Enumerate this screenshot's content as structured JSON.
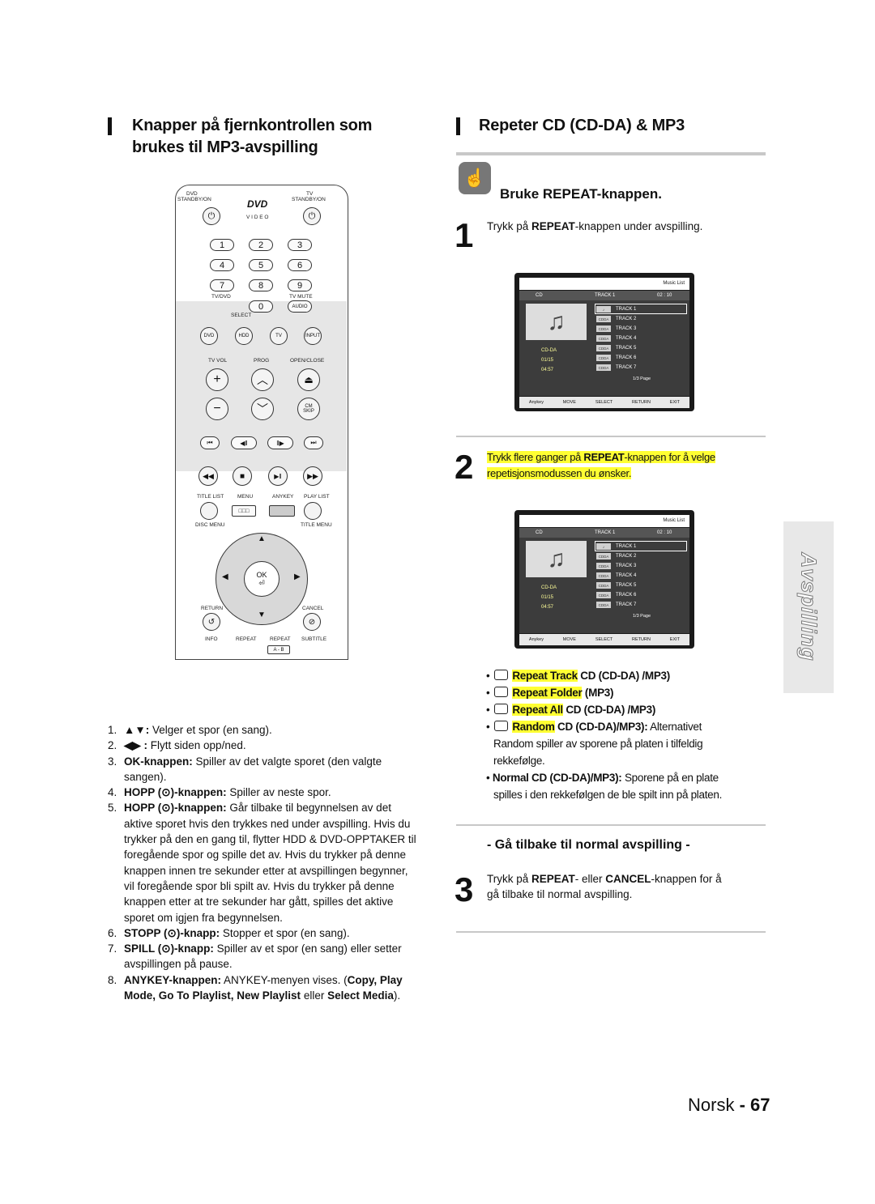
{
  "left": {
    "heading_l1": "Knapper på fjernkontrollen som",
    "heading_l2": "brukes til MP3-avspilling",
    "remote": {
      "dvd": "DVD",
      "standby_l": "STANDBY/ON",
      "tv": "TV",
      "standby_r": "STANDBY/ON",
      "video": "V I D E O",
      "n1": "1",
      "n2": "2",
      "n3": "3",
      "n4": "4",
      "n5": "5",
      "n6": "6",
      "n7": "7",
      "n8": "8",
      "n9": "9",
      "n0": "0",
      "tvdvd": "TV/DVD",
      "tvmute": "TV MUTE",
      "audio": "AUDIO",
      "select": "SELECT",
      "b_dvd": "DVD",
      "b_hdd": "HDD",
      "b_tv": "TV",
      "b_input": "INPUT",
      "tvvol": "TV VOL",
      "prog": "PROG",
      "openclose": "OPEN/CLOSE",
      "cm": "CM",
      "skip": "SKIP",
      "titlelist": "TITLE LIST",
      "menu": "MENU",
      "anykey": "ANYKEY",
      "playlist": "PLAY LIST",
      "discmenu": "DISC MENU",
      "titlemenu": "TITLE MENU",
      "ok": "OK",
      "return": "RETURN",
      "cancel": "CANCEL",
      "info": "INFO",
      "repeat1": "REPEAT",
      "repeat2": "REPEAT",
      "subtitle": "SUBTITLE",
      "ab": "A - B"
    },
    "items": [
      {
        "n": "1.",
        "b": "▲▼:",
        "t": " Velger et spor (en sang)."
      },
      {
        "n": "2.",
        "b": "◀▶ :",
        "t": " Flytt siden opp/ned."
      },
      {
        "n": "3.",
        "b": "OK-knappen:",
        "t": " Spiller av det valgte sporet (den valgte sangen)."
      },
      {
        "n": "4.",
        "b": "HOPP (⊙)-knappen:",
        "t": " Spiller av neste spor."
      },
      {
        "n": "5.",
        "b": "HOPP (⊙)-knappen:",
        "t": " Går tilbake til begynnelsen av det aktive sporet hvis den trykkes ned under avspilling. Hvis du trykker på den en gang til, flytter HDD & DVD-OPPTAKER til foregående spor og spille det av. Hvis du trykker på denne knappen innen tre sekunder etter at avspillingen begynner, vil foregående spor bli spilt av. Hvis du trykker på denne knappen etter at tre sekunder har gått, spilles det aktive sporet om igjen fra begynnelsen."
      },
      {
        "n": "6.",
        "b": "STOPP (⊙)-knapp:",
        "t": " Stopper et spor (en sang)."
      },
      {
        "n": "7.",
        "b": "SPILL (⊙)-knapp:",
        "t": " Spiller av et spor (en sang) eller setter avspillingen på pause."
      },
      {
        "n": "8.",
        "b": "ANYKEY-knappen:",
        "t": " ANYKEY-menyen vises. (",
        "b2": "Copy, Play Mode, Go To Playlist, New Playlist",
        "t2": " eller ",
        "b3": "Select Media",
        "t3": ")."
      }
    ]
  },
  "right": {
    "heading": "Repeter CD (CD-DA) & MP3",
    "subheading": "Bruke REPEAT-knappen.",
    "step1_num": "1",
    "step1_pre": "Trykk på ",
    "step1_bold": "REPEAT",
    "step1_post": "-knappen under avspilling.",
    "step2_num": "2",
    "step2_pre": "Trykk flere ganger på ",
    "step2_bold": "REPEAT",
    "step2_post": "-knappen for å velge",
    "step2_l2": "repetisjonsmodussen du ønsker.",
    "screen": {
      "music_list": "Music List",
      "cd": "CD",
      "track_hdr": "TRACK  1",
      "time": "02 : 10",
      "tracks": [
        "TRACK 1",
        "TRACK 2",
        "TRACK 3",
        "TRACK 4",
        "TRACK 5",
        "TRACK 6",
        "TRACK 7"
      ],
      "cdda": "CDDA",
      "cdda_label": "CD-DA",
      "count": "01/15",
      "dur": "04:57",
      "page": "1/3 Page",
      "anykey": "Anykey",
      "move": "MOVE",
      "select": "SELECT",
      "return": "RETURN",
      "exit": "EXIT"
    },
    "bullets": {
      "b1_hl": "Repeat Track",
      "b1_rest": "CD (CD-DA) /MP3)",
      "b2_hl": "Repeat Folder",
      "b2_rest": "(MP3)",
      "b3_hl": "Repeat All",
      "b3_rest": "CD (CD-DA) /MP3)",
      "b4_hl": "Random",
      "b4_bold": "CD (CD-DA)/MP3):",
      "b4_rest": " Alternativet",
      "b4_l2": "Random spiller av sporene på platen i tilfeldig",
      "b4_l3": "rekkefølge.",
      "b5_bold": "Normal CD (CD-DA)/MP3):",
      "b5_rest": " Sporene på en plate",
      "b5_l2": "spilles i den rekkefølgen de ble spilt inn på platen."
    },
    "back_heading": "- Gå tilbake til normal avspilling  -",
    "step3_num": "3",
    "step3_pre": "Trykk på ",
    "step3_b1": "REPEAT",
    "step3_mid": "- eller ",
    "step3_b2": "CANCEL",
    "step3_post": "-knappen for å",
    "step3_l2": "gå tilbake til normal avspilling.",
    "side_tab": "Avspilling"
  },
  "footer": {
    "lang": "Norsk",
    "dash": " - ",
    "page": "67"
  }
}
